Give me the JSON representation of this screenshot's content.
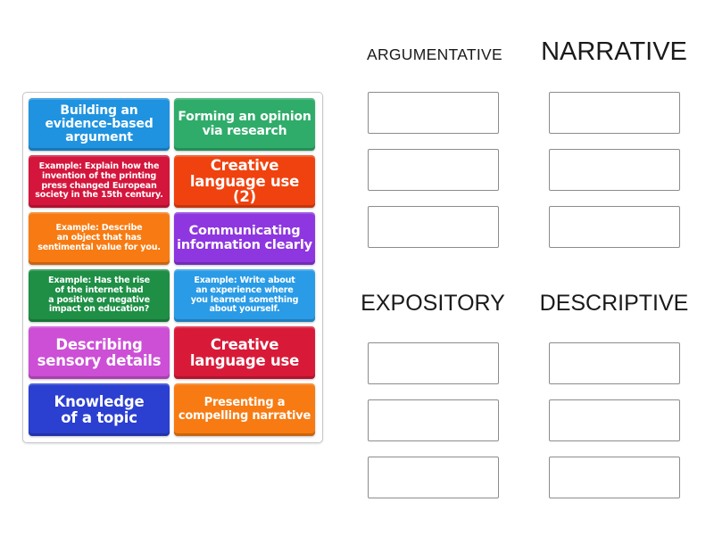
{
  "tray": {
    "cards": [
      {
        "label": "Building an\nevidence-based\nargument",
        "color": "#1f93e0"
      },
      {
        "label": "Forming an opinion\nvia research",
        "color": "#2fac6a"
      },
      {
        "label": "Example: Explain how the\ninvention of the printing\npress changed European\nsociety in the 15th century.",
        "color": "#d4163c"
      },
      {
        "label": "Creative\nlanguage use (2)",
        "color": "#f0420f"
      },
      {
        "label": "Example: Describe\nan object that has\nsentimental value for you.",
        "color": "#f77b12"
      },
      {
        "label": "Communicating\ninformation clearly",
        "color": "#8e36e0"
      },
      {
        "label": "Example: Has the rise\nof the internet had\na positive or negative\nimpact on education?",
        "color": "#1e8f45"
      },
      {
        "label": "Example: Write about\nan experience where\nyou learned something\nabout yourself.",
        "color": "#2a9be6"
      },
      {
        "label": "Describing\nsensory details",
        "color": "#cc4fd6"
      },
      {
        "label": "Creative\nlanguage use",
        "color": "#d81a38"
      },
      {
        "label": "Knowledge\nof a topic",
        "color": "#2b3fd0"
      },
      {
        "label": "Presenting a\ncompelling narrative",
        "color": "#f77b12"
      }
    ]
  },
  "groups": [
    {
      "title": "ARGUMENTATIVE",
      "slots": 3
    },
    {
      "title": "NARRATIVE",
      "slots": 3
    },
    {
      "title": "EXPOSITORY",
      "slots": 3
    },
    {
      "title": "DESCRIPTIVE",
      "slots": 3
    }
  ]
}
